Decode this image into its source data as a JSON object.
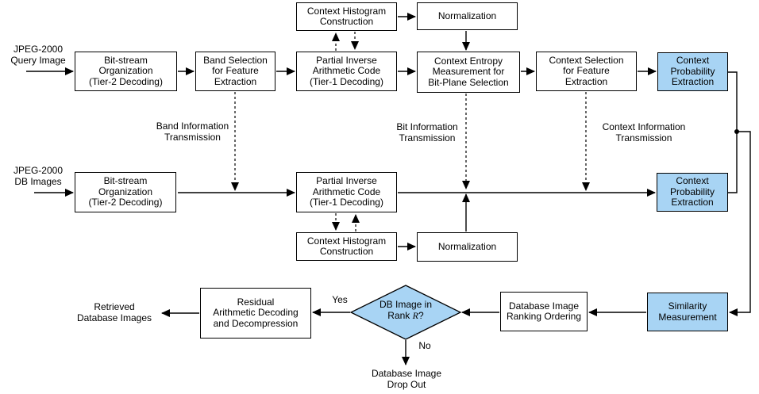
{
  "colors": {
    "highlight_fill": "#a8d4f4",
    "box_border": "#000000",
    "line_color": "#000000",
    "text_color": "#000000",
    "background": "#ffffff"
  },
  "nodes": {
    "context_histogram_top": "Context Histogram\nConstruction",
    "normalization_top": "Normalization",
    "bitstream_org_query": "Bit-stream\nOrganization\n(Tier-2 Decoding)",
    "band_selection": "Band Selection\nfor Feature\nExtraction",
    "partial_inverse_query": "Partial Inverse\nArithmetic Code\n(Tier-1 Decoding)",
    "context_entropy": "Context Entropy\nMeasurement for\nBit-Plane Selection",
    "context_selection": "Context Selection\nfor Feature\nExtraction",
    "context_prob_query": "Context\nProbability\nExtraction",
    "bitstream_org_db": "Bit-stream\nOrganization\n(Tier-2 Decoding)",
    "partial_inverse_db": "Partial Inverse\nArithmetic Code\n(Tier-1 Decoding)",
    "context_prob_db": "Context\nProbability\nExtraction",
    "context_histogram_db": "Context Histogram\nConstruction",
    "normalization_db": "Normalization",
    "residual_decoding": "Residual\nArithmetic Decoding\nand Decompression",
    "database_ranking": "Database Image\nRanking Ordering",
    "similarity": "Similarity\nMeasurement",
    "decision": {
      "line1": "DB Image in",
      "rank_prefix": "Rank ",
      "rank_var": "R",
      "rank_suffix": "?"
    }
  },
  "labels": {
    "query_input": "JPEG-2000\nQuery Image",
    "db_input": "JPEG-2000\nDB Images",
    "band_info": "Band Information\nTransmission",
    "bit_info": "Bit Information\nTransmission",
    "context_info": "Context Information\nTransmission",
    "retrieved": "Retrieved\nDatabase Images",
    "yes": "Yes",
    "no": "No",
    "drop_out": "Database Image\nDrop Out"
  }
}
